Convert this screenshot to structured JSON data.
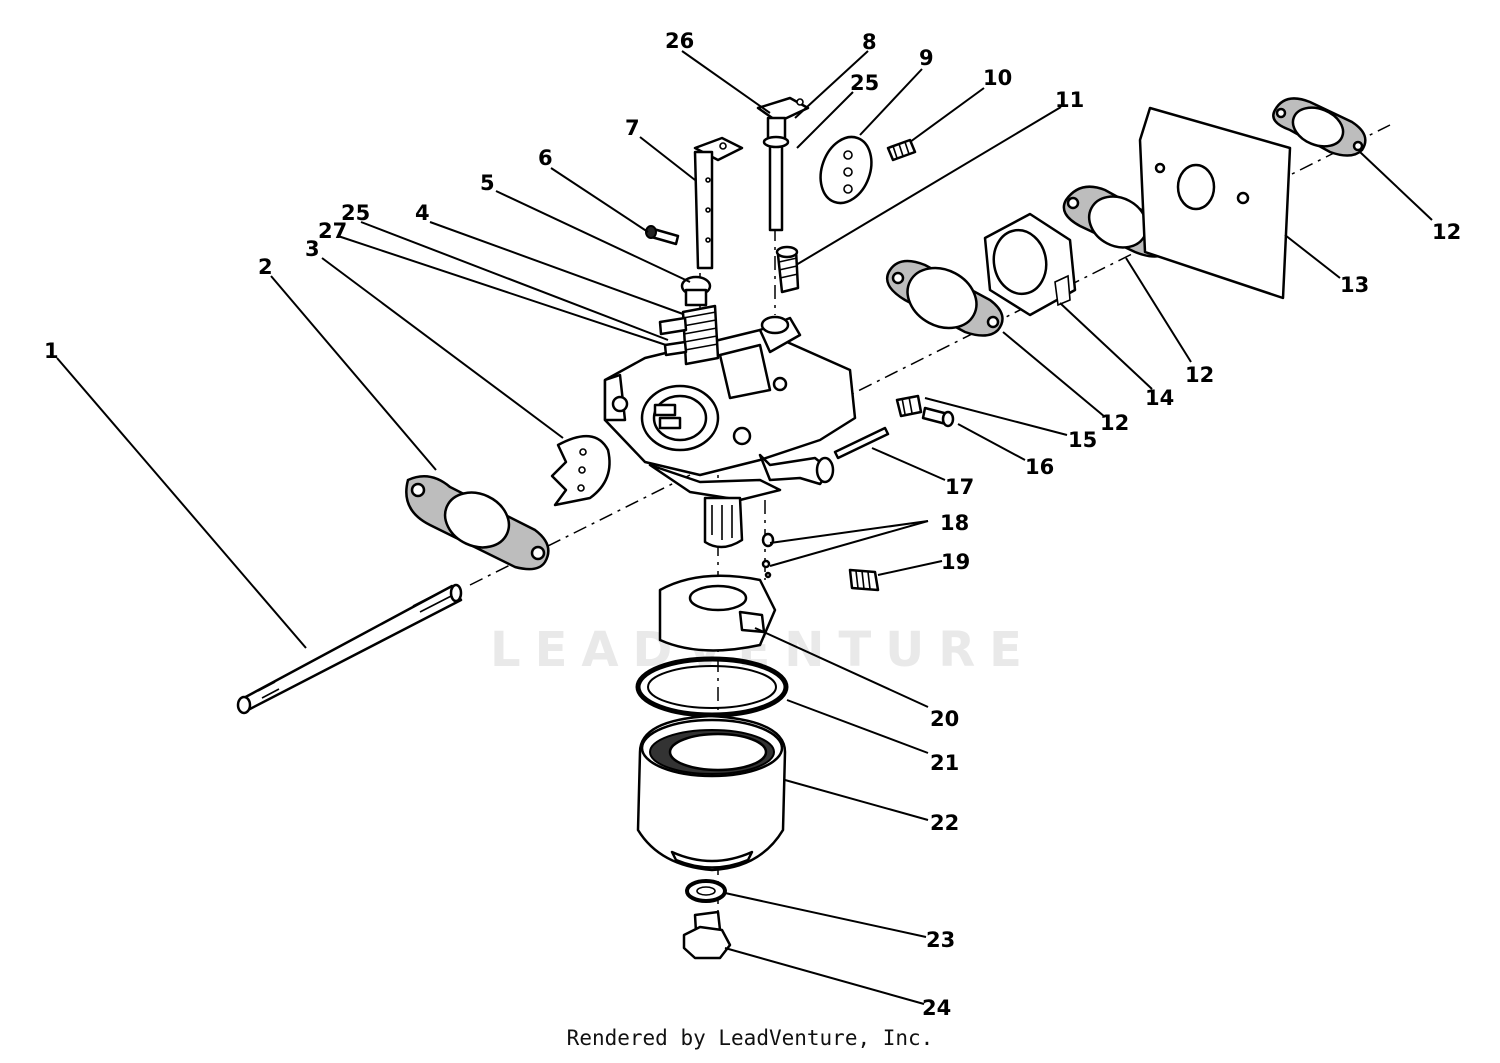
{
  "watermark": "LEADVENTURE",
  "footer": "Rendered by LeadVenture, Inc.",
  "callouts": [
    "1",
    "2",
    "3",
    "4",
    "5",
    "6",
    "7",
    "8",
    "9",
    "10",
    "11",
    "12",
    "12",
    "12",
    "12",
    "13",
    "14",
    "15",
    "16",
    "17",
    "18",
    "19",
    "20",
    "21",
    "22",
    "23",
    "24",
    "25",
    "25",
    "26",
    "27"
  ]
}
